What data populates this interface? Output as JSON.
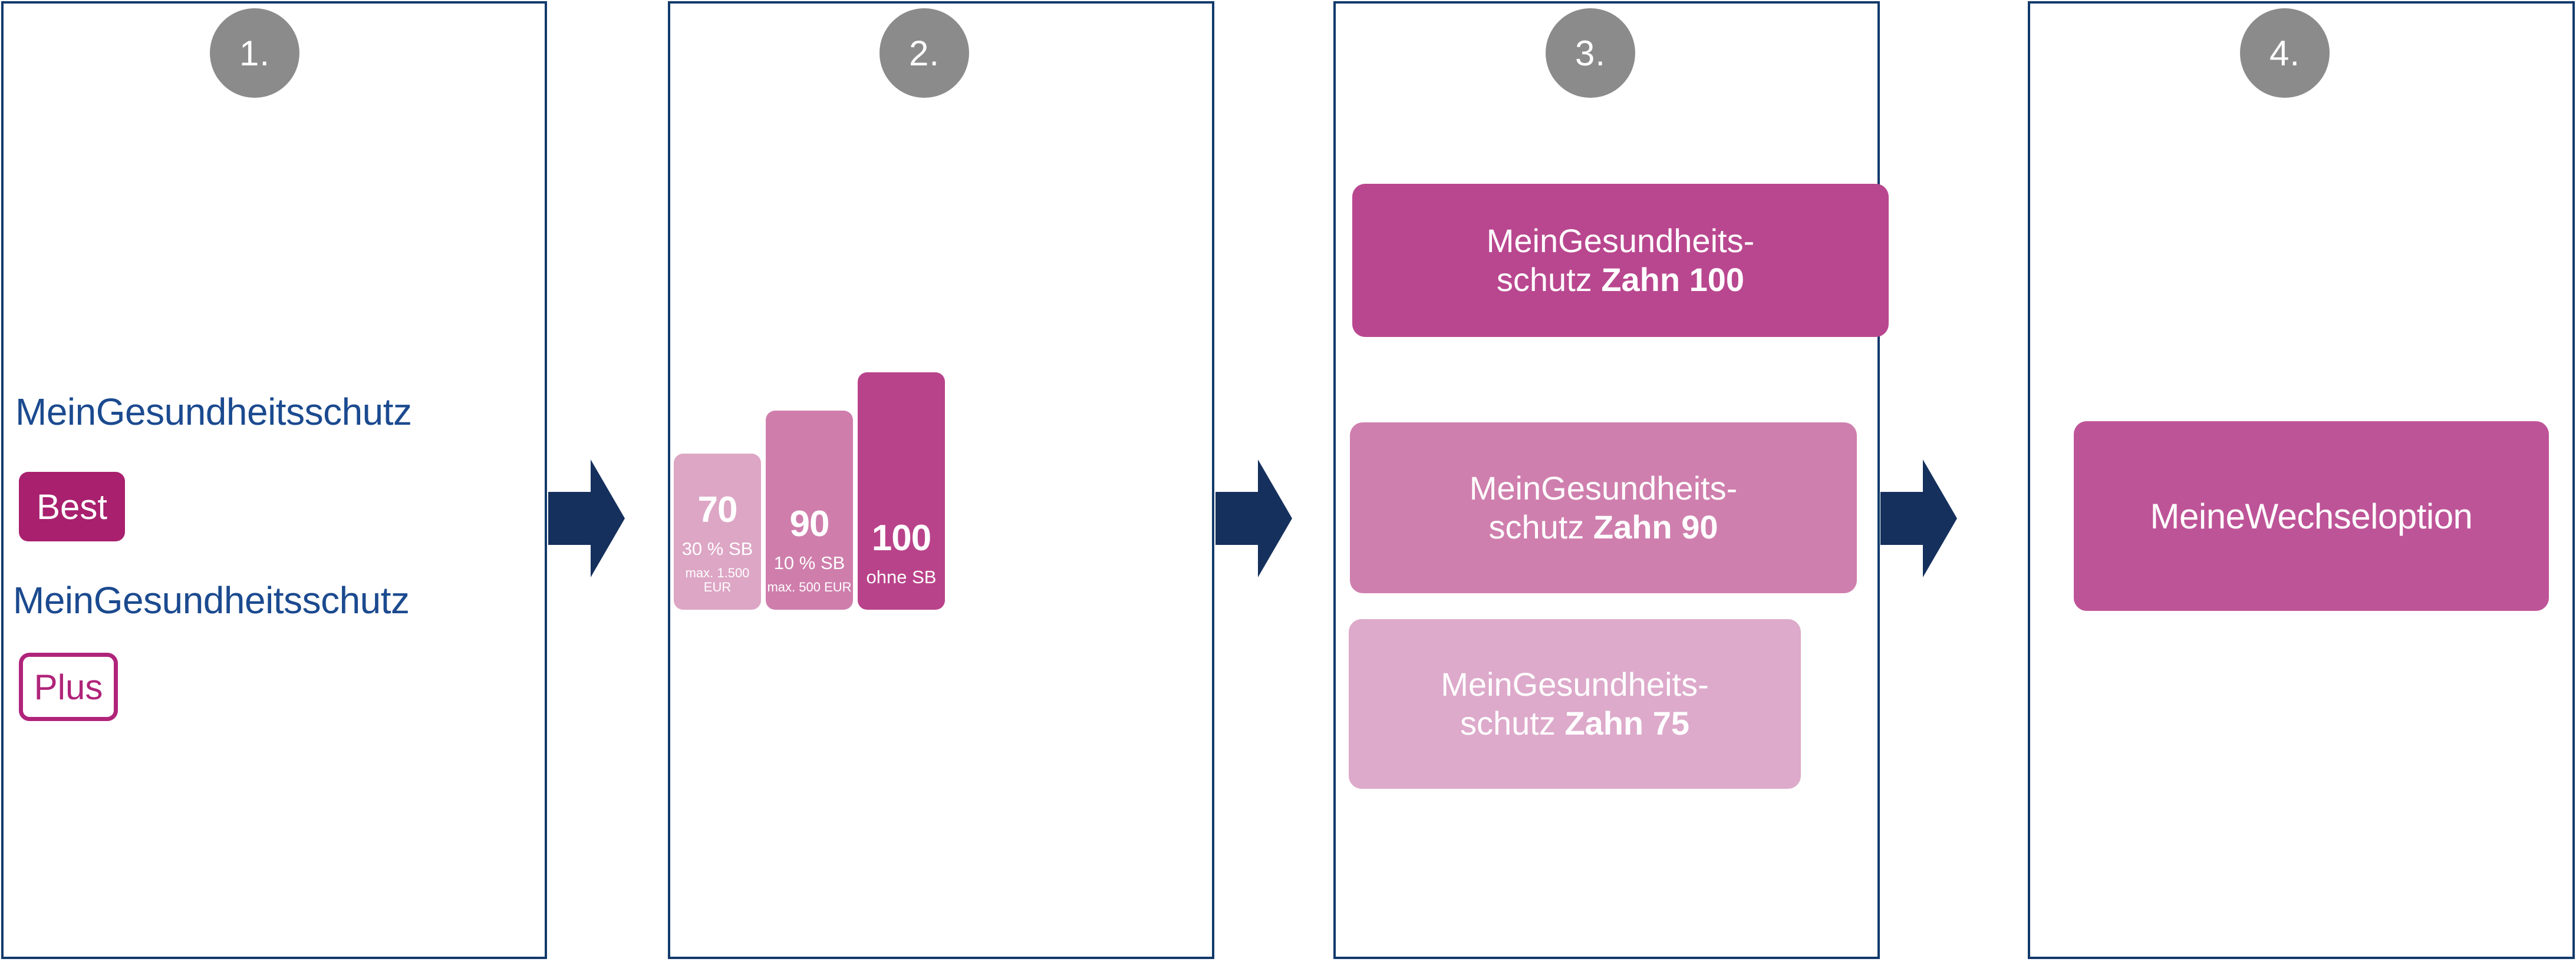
{
  "diagram": {
    "panels": [
      {
        "step": "1."
      },
      {
        "step": "2."
      },
      {
        "step": "3."
      },
      {
        "step": "4."
      }
    ],
    "arrow_icon_name": "right-arrow-icon"
  },
  "panel1": {
    "brand_best": "MeinGesundheitsschutz",
    "tag_best": "Best",
    "brand_plus": "MeinGesundheitsschutz",
    "tag_plus": "Plus"
  },
  "panel2": {
    "bars": [
      {
        "value": "70",
        "sb": "30 % SB",
        "max": "max. 1.500 EUR"
      },
      {
        "value": "90",
        "sb": "10 % SB",
        "max": "max. 500 EUR"
      },
      {
        "value": "100",
        "sb": "ohne SB",
        "max": ""
      }
    ]
  },
  "panel3": {
    "cards": [
      {
        "prefix": "MeinGesundheits-",
        "line2_prefix": "schutz ",
        "bold": "Zahn 100"
      },
      {
        "prefix": "MeinGesundheits-",
        "line2_prefix": "schutz ",
        "bold": "Zahn 90"
      },
      {
        "prefix": "MeinGesundheits-",
        "line2_prefix": "schutz ",
        "bold": "Zahn 75"
      }
    ]
  },
  "panel4": {
    "card_label": "MeineWechseloption"
  },
  "colors": {
    "panel_border": "#123a6b",
    "arrow": "#15305c",
    "step_circle": "#8b8b8b",
    "brand_text": "#1b4a8f",
    "tag_best_bg": "#a8206e",
    "tag_plus_border": "#b0247a",
    "bar_70": "#dda6c5",
    "bar_90": "#cf7eac",
    "bar_100": "#b9438a",
    "card_zahn100": "#b9478f",
    "card_zahn90": "#cf7fae",
    "card_zahn75": "#ddaacb",
    "card_wechseloption": "#be5498"
  },
  "chart_data": {
    "type": "bar",
    "title": "",
    "categories": [
      "70",
      "90",
      "100"
    ],
    "values": [
      70,
      90,
      100
    ],
    "bar_labels": [
      "30 % SB / max. 1.500 EUR",
      "10 % SB / max. 500 EUR",
      "ohne SB"
    ],
    "xlabel": "",
    "ylabel": "",
    "ylim": [
      0,
      100
    ],
    "grid": false,
    "legend": "none"
  }
}
